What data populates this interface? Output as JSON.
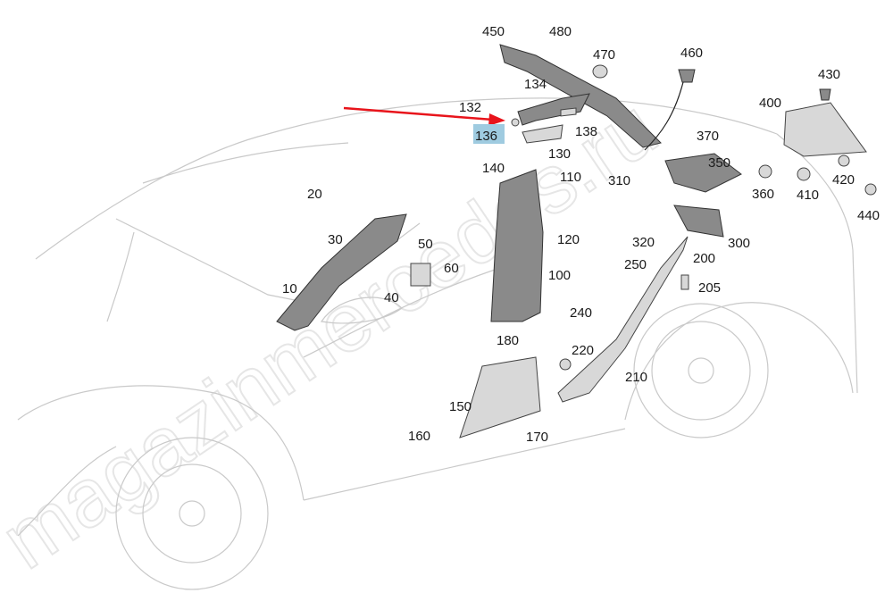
{
  "watermark": "magazinmercedes.ru",
  "highlight_color": "#9fcbe0",
  "arrow_color": "#e8141b",
  "highlighted_part": "136",
  "labels": {
    "p450": "450",
    "p480": "480",
    "p470": "470",
    "p460": "460",
    "p430": "430",
    "p400": "400",
    "p134": "134",
    "p132": "132",
    "p136": "136",
    "p138": "138",
    "p370": "370",
    "p130": "130",
    "p350": "350",
    "p140": "140",
    "p110": "110",
    "p310": "310",
    "p360": "360",
    "p410": "410",
    "p420": "420",
    "p440": "440",
    "p20": "20",
    "p30": "30",
    "p50": "50",
    "p60": "60",
    "p10": "10",
    "p40": "40",
    "p120": "120",
    "p320": "320",
    "p300": "300",
    "p250": "250",
    "p200": "200",
    "p205": "205",
    "p100": "100",
    "p240": "240",
    "p180": "180",
    "p220": "220",
    "p210": "210",
    "p150": "150",
    "p160": "160",
    "p170": "170"
  }
}
